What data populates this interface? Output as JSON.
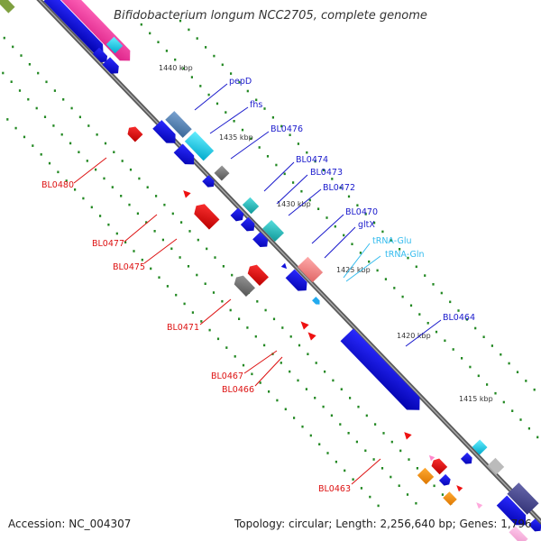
{
  "title": "Bifidobacterium longum NCC2705, complete genome",
  "footer": {
    "accession": "Accession: NC_004307",
    "summary": "Topology: circular; Length: 2,256,640 bp; Genes: 1,796"
  },
  "kbp_ticks": [
    "1440 kbp",
    "1435 kbp",
    "1430 kbp",
    "1425 kbp",
    "1420 kbp",
    "1415 kbp"
  ],
  "labels_forward": [
    "pepD",
    "fhs",
    "BL0476",
    "BL0474",
    "BL0473",
    "BL0472",
    "BL0470",
    "gltX",
    "BL0464"
  ],
  "labels_trna": [
    "tRNA-Glu",
    "tRNA-Gln"
  ],
  "labels_reverse": [
    "BL0480",
    "BL0477",
    "BL0475",
    "BL0471",
    "BL0467",
    "BL0466",
    "BL0463"
  ],
  "colors": {
    "forward_label": "#1a1acc",
    "reverse_label": "#dd1111",
    "trna_label": "#33bbee",
    "backbone": "#777777",
    "tick_dots": "#228822"
  }
}
